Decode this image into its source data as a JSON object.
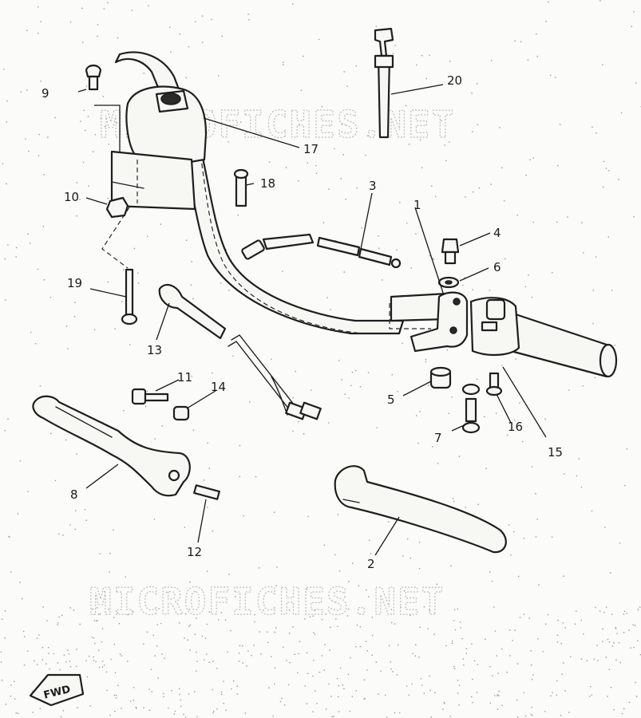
{
  "watermark": "MICROFICHES.NET",
  "direction_badge": "FWD",
  "callouts": [
    "1",
    "2",
    "3",
    "4",
    "5",
    "6",
    "7",
    "8",
    "9",
    "10",
    "11",
    "12",
    "13",
    "14",
    "15",
    "16",
    "17",
    "18",
    "19",
    "20"
  ]
}
